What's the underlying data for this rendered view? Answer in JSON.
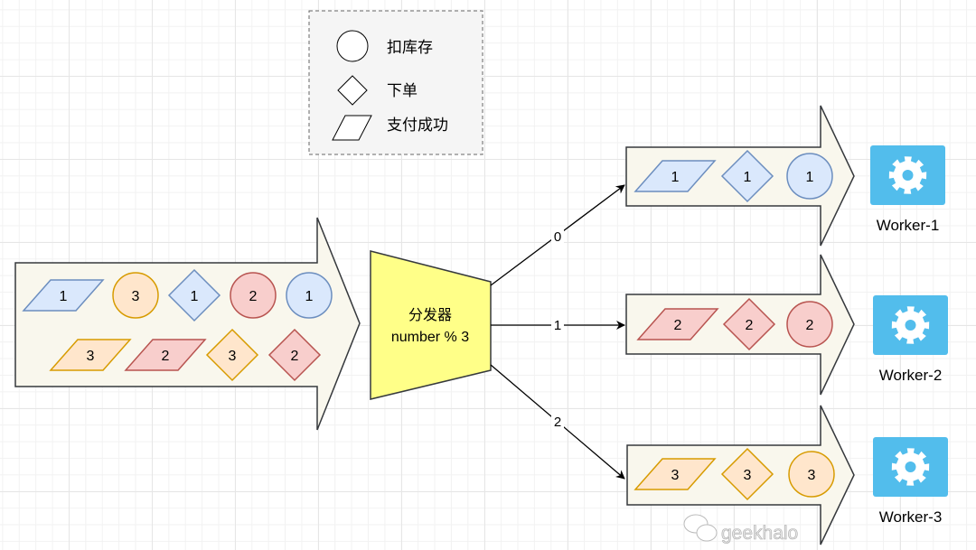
{
  "legend": {
    "items": [
      {
        "shape": "circle",
        "label": "扣库存"
      },
      {
        "shape": "diamond",
        "label": "下单"
      },
      {
        "shape": "parallelogram",
        "label": "支付成功"
      }
    ]
  },
  "colors": {
    "1": {
      "fill": "#dae8fc",
      "stroke": "#6c8ebf"
    },
    "2": {
      "fill": "#f8cecc",
      "stroke": "#b85450"
    },
    "3": {
      "fill": "#ffe6cc",
      "stroke": "#d79b00"
    },
    "arrow_fill": "#f9f7ed",
    "arrow_stroke": "#36393d",
    "dispatcher_fill": "#ffff88",
    "worker_fill": "#52bdec"
  },
  "input_queue": [
    {
      "shape": "parallelogram",
      "number": "1"
    },
    {
      "shape": "circle",
      "number": "3"
    },
    {
      "shape": "diamond",
      "number": "1"
    },
    {
      "shape": "circle",
      "number": "2"
    },
    {
      "shape": "circle",
      "number": "1"
    },
    {
      "shape": "parallelogram",
      "number": "3"
    },
    {
      "shape": "parallelogram",
      "number": "2"
    },
    {
      "shape": "diamond",
      "number": "3"
    },
    {
      "shape": "diamond",
      "number": "2"
    }
  ],
  "dispatcher": {
    "title": "分发器",
    "rule": "number % 3"
  },
  "routes": [
    {
      "label": "0"
    },
    {
      "label": "1"
    },
    {
      "label": "2"
    }
  ],
  "worker_queues": [
    {
      "worker": "Worker-1",
      "items": [
        {
          "shape": "parallelogram",
          "number": "1"
        },
        {
          "shape": "diamond",
          "number": "1"
        },
        {
          "shape": "circle",
          "number": "1"
        }
      ]
    },
    {
      "worker": "Worker-2",
      "items": [
        {
          "shape": "parallelogram",
          "number": "2"
        },
        {
          "shape": "diamond",
          "number": "2"
        },
        {
          "shape": "circle",
          "number": "2"
        }
      ]
    },
    {
      "worker": "Worker-3",
      "items": [
        {
          "shape": "parallelogram",
          "number": "3"
        },
        {
          "shape": "diamond",
          "number": "3"
        },
        {
          "shape": "circle",
          "number": "3"
        }
      ]
    }
  ],
  "watermark": "geekhalo"
}
